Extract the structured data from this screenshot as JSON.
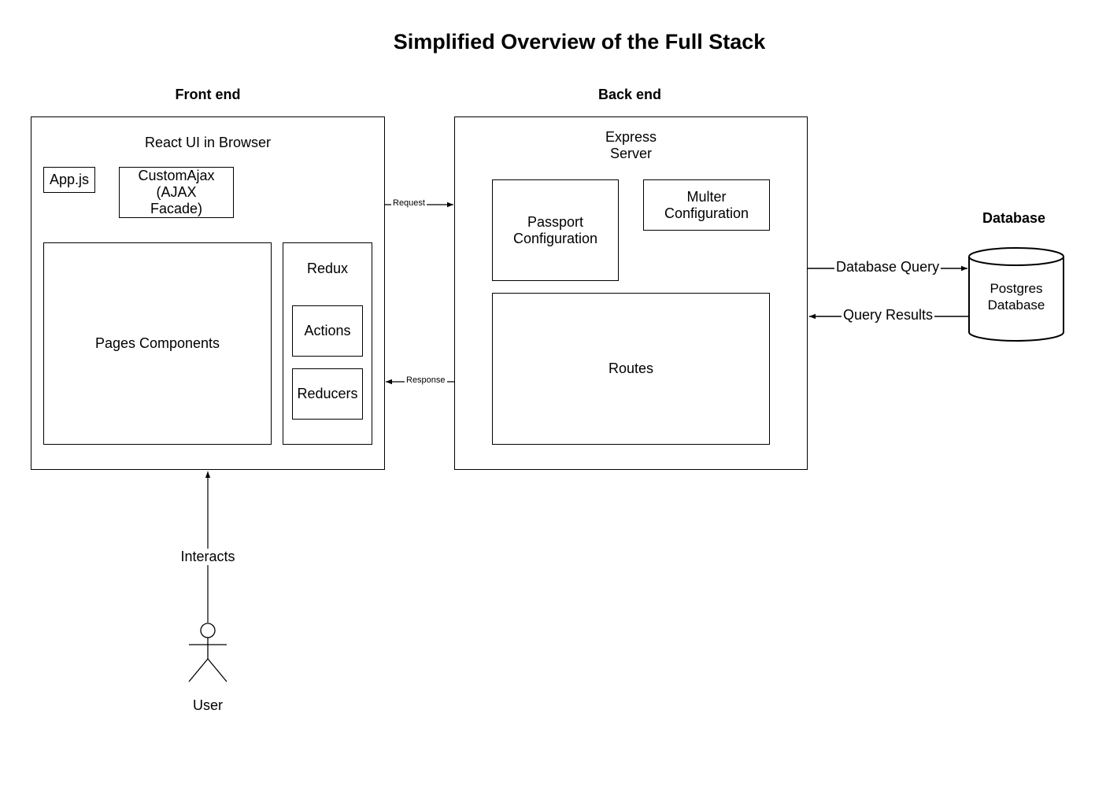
{
  "title": "Simplified Overview of the Full Stack",
  "sections": {
    "frontend": "Front end",
    "backend": "Back end",
    "database": "Database"
  },
  "frontend": {
    "container": "React UI in Browser",
    "app_js": "App.js",
    "custom_ajax": "CustomAjax\n(AJAX\nFacade)",
    "pages": "Pages Components",
    "redux": "Redux",
    "actions": "Actions",
    "reducers": "Reducers"
  },
  "backend": {
    "container": "Express\nServer",
    "passport": "Passport\nConfiguration",
    "multer": "Multer\nConfiguration",
    "routes": "Routes"
  },
  "database": {
    "cylinder": "Postgres\nDatabase"
  },
  "edges": {
    "request": "Request",
    "response": "Response",
    "db_query": "Database Query",
    "query_results": "Query Results",
    "interacts": "Interacts"
  },
  "actor": {
    "label": "User"
  }
}
